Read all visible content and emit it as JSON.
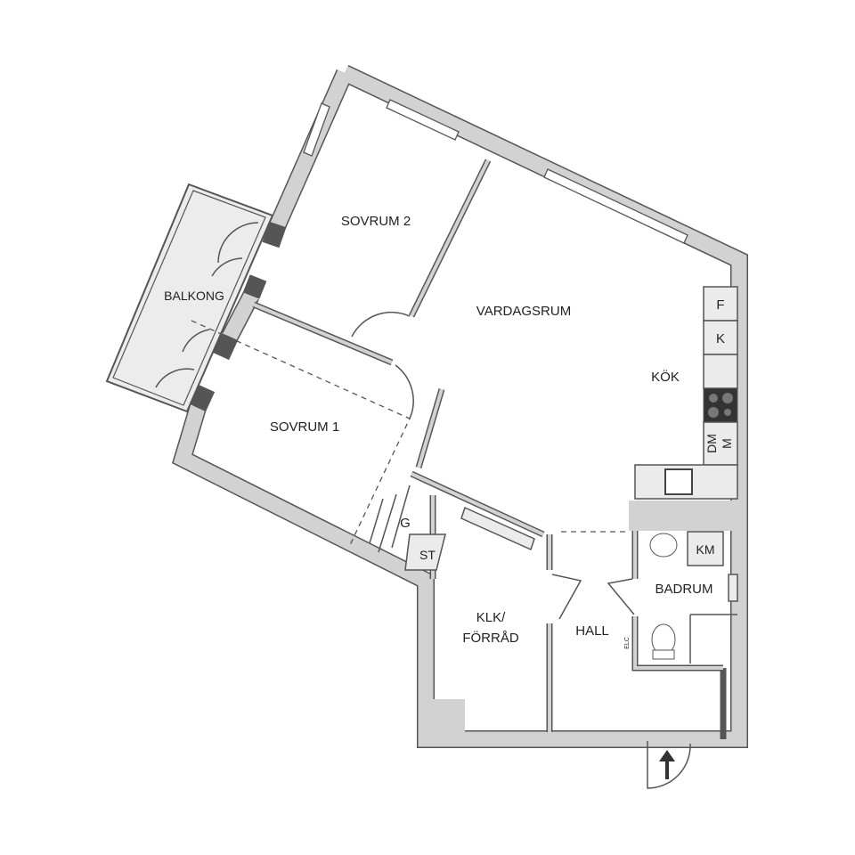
{
  "rooms": {
    "sovrum2": "SOVRUM 2",
    "sovrum1": "SOVRUM 1",
    "balkong": "BALKONG",
    "vardagsrum": "VARDAGSRUM",
    "kok": "KÖK",
    "g": "G",
    "st": "ST",
    "klk_line1": "KLK/",
    "klk_line2": "FÖRRÅD",
    "hall": "HALL",
    "badrum": "BADRUM"
  },
  "fixtures": {
    "fridge": "F",
    "freezer": "K",
    "dishwasher": "DM",
    "microwave": "M",
    "washer": "KM",
    "electric": "ELC"
  }
}
